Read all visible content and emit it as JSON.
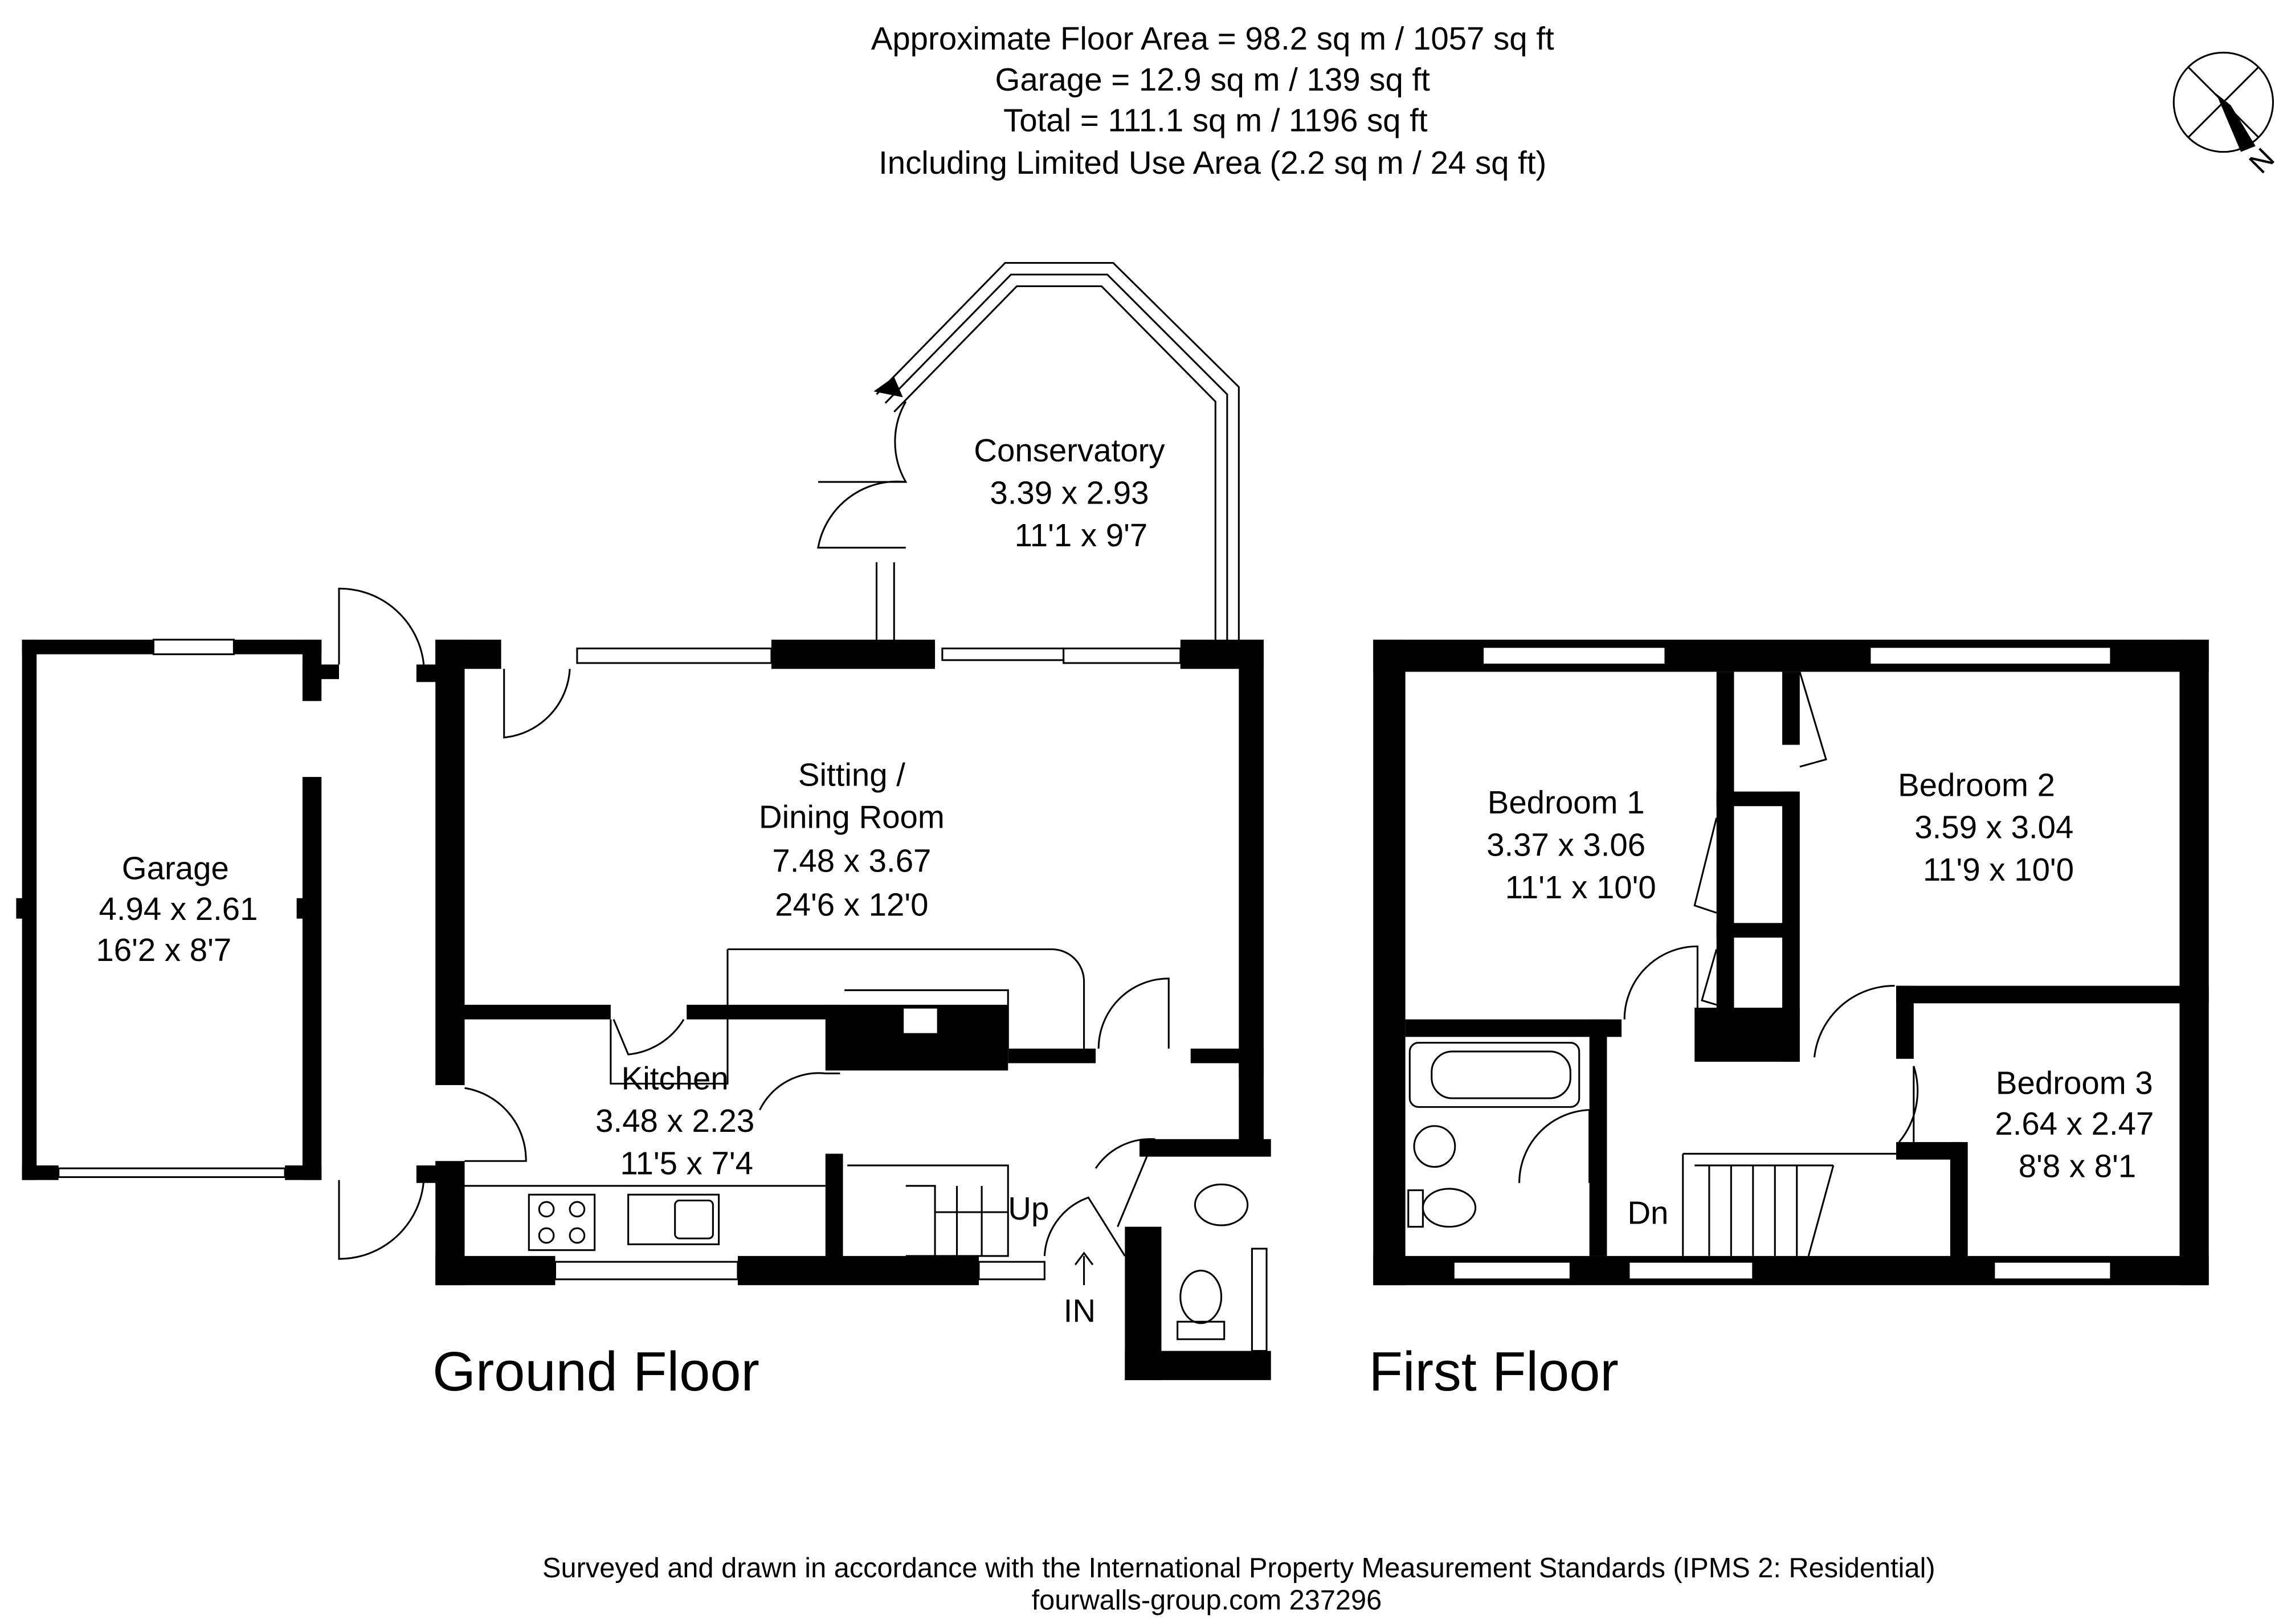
{
  "header": {
    "line1": "Approximate Floor Area = 98.2 sq m / 1057 sq ft",
    "line2": "Garage = 12.9 sq m / 139 sq ft",
    "line3": "Total = 111.1 sq m / 1196 sq ft",
    "line4": "Including Limited Use Area (2.2 sq m / 24 sq ft)"
  },
  "compass": {
    "label": "N"
  },
  "ground_floor": {
    "title": "Ground Floor",
    "rooms": [
      {
        "name": "Garage",
        "metric": "4.94 x 2.61",
        "imperial": "16'2 x 8'7"
      },
      {
        "name": "Conservatory",
        "metric": "3.39 x 2.93",
        "imperial": "11'1 x 9'7"
      },
      {
        "name": "Sitting /",
        "name2": "Dining Room",
        "metric": "7.48 x 3.67",
        "imperial": "24'6 x 12'0"
      },
      {
        "name": "Kitchen",
        "metric": "3.48 x 2.23",
        "imperial": "11'5 x 7'4"
      }
    ],
    "stairs_label": "Up",
    "entrance_label": "IN"
  },
  "first_floor": {
    "title": "First Floor",
    "rooms": [
      {
        "name": "Bedroom 1",
        "metric": "3.37 x 3.06",
        "imperial": "11'1 x 10'0"
      },
      {
        "name": "Bedroom 2",
        "metric": "3.59 x 3.04",
        "imperial": "11'9 x 10'0"
      },
      {
        "name": "Bedroom 3",
        "metric": "2.64 x 2.47",
        "imperial": "8'8 x 8'1"
      }
    ],
    "stairs_label": "Dn"
  },
  "footer": {
    "line1": "Surveyed and drawn in accordance with the International Property Measurement Standards (IPMS 2: Residential)",
    "line2": "fourwalls-group.com 237296"
  }
}
